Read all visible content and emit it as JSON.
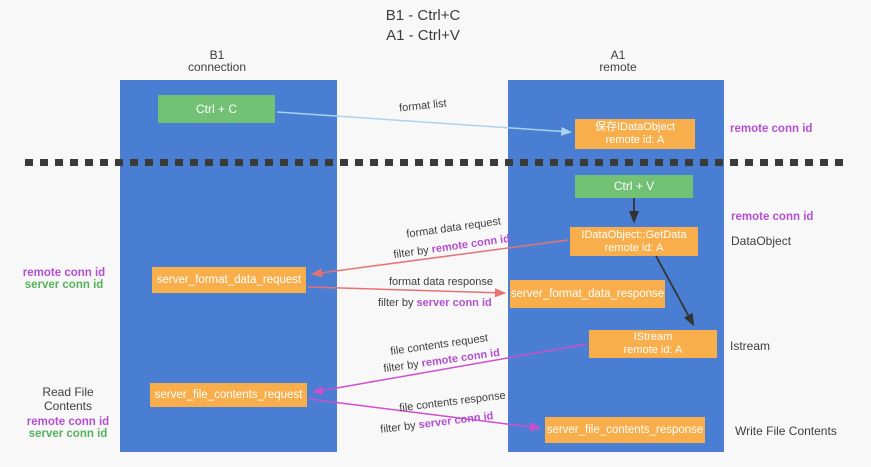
{
  "title": {
    "line1": "B1 - Ctrl+C",
    "line2": "A1 - Ctrl+V"
  },
  "columns": {
    "left": {
      "name": "B1",
      "role": "connection"
    },
    "right": {
      "name": "A1",
      "role": "remote"
    }
  },
  "nodes": {
    "ctrl_c": "Ctrl + C",
    "ctrl_v": "Ctrl + V",
    "save_dataobject": {
      "line1": "保存IDataObject",
      "line2": "remote id: A"
    },
    "getdata": {
      "line1": "IDataObject::GetData",
      "line2": "remote id: A"
    },
    "istream": {
      "line1": "IStream",
      "line2": "remote id: A"
    },
    "server_format_data_request": "server_format_data_request",
    "server_format_data_response": "server_format_data_response",
    "server_file_contents_request": "server_file_contents_request",
    "server_file_contents_response": "server_file_contents_response"
  },
  "arrows": {
    "format_list": "format list",
    "format_data_request": "format data request",
    "format_data_response": "format data response",
    "file_contents_request": "file contents request",
    "file_contents_response": "file contents response",
    "filter_by": "filter by",
    "remote_conn_id": "remote conn id",
    "server_conn_id": "server conn id"
  },
  "side_labels": {
    "remote_conn_id_top": "remote conn id",
    "remote_conn_id_mid": "remote conn id",
    "dataobject": "DataObject",
    "istream": "Istream",
    "write_file_contents": "Write File Contents",
    "read_file_contents": "Read File Contents",
    "left_remote_conn_id": "remote conn id",
    "left_server_conn_id": "server conn id"
  },
  "colors": {
    "bg": "#f8f8f8",
    "col_blue": "#4a7ed2",
    "green": "#72c175",
    "orange": "#f8ae4a",
    "purple": "#b44fd0",
    "greenlab": "#55b25a",
    "arrow_blue": "#a9d3ee",
    "arrow_red": "#e57373",
    "arrow_magenta": "#cd4fcd"
  }
}
